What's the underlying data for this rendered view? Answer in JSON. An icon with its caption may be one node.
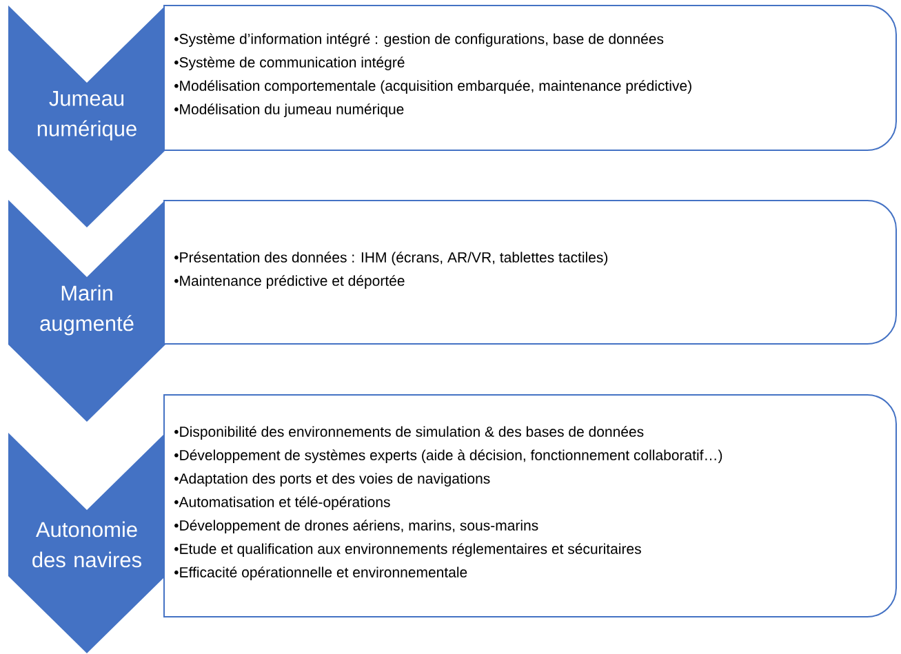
{
  "diagram": {
    "nodes": [
      {
        "text": [
          "Jumeau numérique"
        ]
      },
      {
        "text": [
          "•Système d’information intégré : gestion de configurations, base de données",
          "•Système de communication intégré",
          "•Modélisation comportementale (acquisition embarquée, maintenance prédictive)",
          "•Modélisation du jumeau numérique"
        ]
      },
      {
        "text": [
          "Marin augmenté"
        ]
      },
      {
        "text": [
          "•Présentation des données : IHM (écrans, AR/VR, tablettes tactiles)",
          "•Maintenance prédictive et déportée"
        ]
      },
      {
        "text": [
          "Autonomie des navires"
        ]
      },
      {
        "text": [
          "•Disponibilité des environnements de simulation & des bases de données",
          "•Développement de systèmes experts (aide à décision, fonctionnement collaboratif…)",
          "•Adaptation des ports et des voies de navigations",
          "•Automatisation et télé-opérations",
          "•Développement de drones aériens, marins, sous-marins",
          "•Etude et qualification aux environnements réglementaires et sécuritaires",
          "•Efficacité opérationnelle et environnementale"
        ]
      }
    ]
  }
}
